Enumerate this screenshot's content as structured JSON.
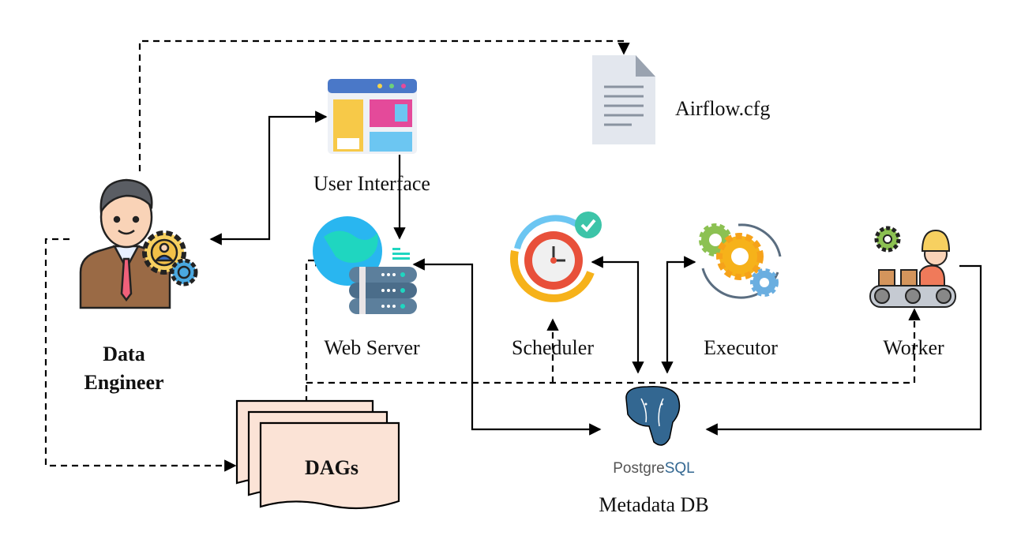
{
  "nodes": {
    "data_engineer": {
      "line1": "Data",
      "line2": "Engineer"
    },
    "config": {
      "label": "Airflow.cfg"
    },
    "user_interface": {
      "label": "User Interface"
    },
    "web_server": {
      "label": "Web Server"
    },
    "scheduler": {
      "label": "Scheduler"
    },
    "executor": {
      "label": "Executor"
    },
    "worker": {
      "label": "Worker"
    },
    "dags": {
      "label": "DAGs"
    },
    "metadata_db": {
      "label": "Metadata DB",
      "logo_text_a": "Postgre",
      "logo_text_b": "SQL"
    }
  },
  "colors": {
    "dags_fill": "#fbe3d6",
    "postgres_blue": "#336791",
    "postgres_gray": "#555555"
  },
  "edges": [
    {
      "from": "Data Engineer",
      "to": "Airflow.cfg",
      "style": "dashed"
    },
    {
      "from": "Data Engineer",
      "to": "User Interface",
      "style": "solid",
      "bidirectional": true
    },
    {
      "from": "User Interface",
      "to": "Web Server",
      "style": "solid"
    },
    {
      "from": "Data Engineer",
      "to": "DAGs",
      "style": "dashed"
    },
    {
      "from": "DAGs",
      "to": "Web Server",
      "style": "dashed"
    },
    {
      "from": "DAGs",
      "to": "Scheduler",
      "style": "dashed"
    },
    {
      "from": "DAGs",
      "to": "Worker",
      "style": "dashed"
    },
    {
      "from": "Web Server",
      "to": "Metadata DB",
      "style": "solid",
      "bidirectional": true
    },
    {
      "from": "Scheduler",
      "to": "Metadata DB",
      "style": "solid",
      "bidirectional": true
    },
    {
      "from": "Executor",
      "to": "Metadata DB",
      "style": "solid",
      "bidirectional": true
    },
    {
      "from": "Worker",
      "to": "Metadata DB",
      "style": "solid"
    }
  ]
}
